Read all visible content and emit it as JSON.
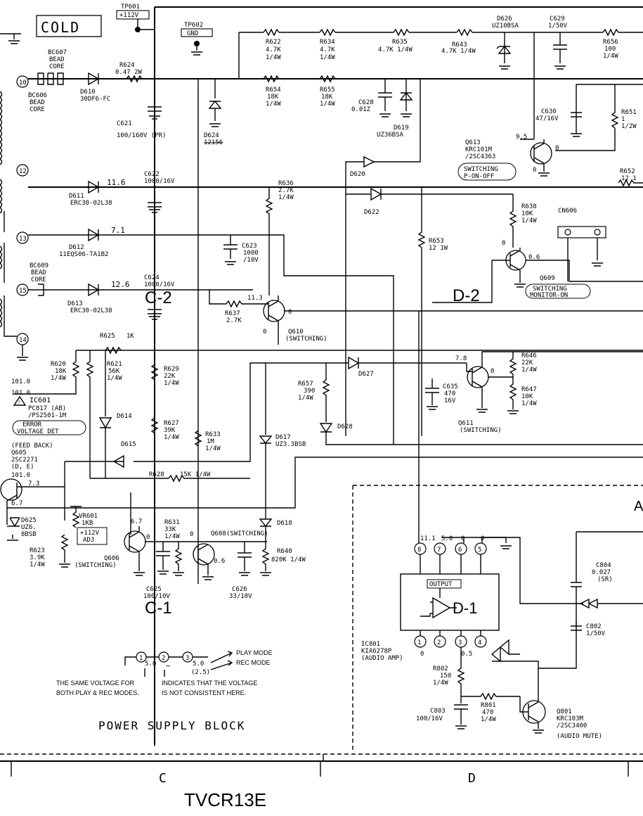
{
  "labels": {
    "cold": "COLD",
    "tp601": "TP601",
    "tp601_v": "+112V",
    "tp602": "TP602",
    "tp602_v": "GND",
    "bc607": "BC607",
    "bc607_a": "BEAD",
    "bc607_b": "CORE",
    "bc606": "BC606",
    "bc606_a": "BEAD",
    "bc606_b": "CORE",
    "bc609": "BC609",
    "bc609_a": "BEAD",
    "bc609_b": "CORE",
    "r624": "R624",
    "r624_v": "0.47 2W",
    "d610": "D610",
    "d610_v": "30DF6-FC",
    "c621": "C621",
    "c621_v": "100/160V (PR)",
    "r622": "R622",
    "r622_v": "4.7K",
    "r622_w": "1/4W",
    "r634": "R634",
    "r634_v": "4.7K",
    "r634_w": "1/4W",
    "r635": "R635",
    "r635_v": "4.7K 1/4W",
    "r643": "R643",
    "r643_v": "4.7K 1/4W",
    "d626": "D626",
    "d626_v": "UZ10BSA",
    "c629": "C629",
    "c629_v": "1/50V",
    "r656": "R656",
    "r656_v": "100",
    "r656_w": "1/4W",
    "r654": "R654",
    "r654_v": "18K",
    "r654_w": "1/4W",
    "r655": "R655",
    "r655_v": "18K",
    "r655_w": "1/4W",
    "c628": "C628",
    "c628_v": "0.01Z",
    "d619": "D619",
    "d619_v": "UZ36BSA",
    "d624": "D624",
    "d624_v": "12156",
    "c630": "C630",
    "c630_v": "47/16V",
    "r651": "R651",
    "r651_v": "1",
    "r651_w": "1/2W",
    "q613": "Q613",
    "q613_a": "KRC101M",
    "q613_b": "/2SC4363",
    "q613_v": "9.5",
    "q613_e": "0",
    "q613_c": "0",
    "q613_sw": "SWITCHING",
    "q613_fn": "P-ON-OFF",
    "r652": "R652",
    "r652_v": "12 1",
    "d620": "D620",
    "pin12_v": "11.6",
    "c622": "C622",
    "c622_v": "1000/16V",
    "d611": "D611",
    "d611_v": "ERC30-02L38",
    "r636": "R636",
    "r636_v": "2.7K",
    "r636_w": "1/4W",
    "d622": "D622",
    "r638": "R638",
    "r638_v": "10K",
    "r638_w": "1/4W",
    "cn606": "CN606",
    "r653": "R653",
    "r653_v": "12 1W",
    "pin13_v": "7.1",
    "d612": "D612",
    "d612_v": "11EQS06-TA1B2",
    "c623": "C623",
    "c623_v": "1000",
    "c623_w": "/10V",
    "q609": "Q609",
    "q609_b": "0",
    "q609_c": "0.6",
    "q609_sw": "SWITCHING",
    "q609_fn": "MONITOR-ON",
    "pin15_v": "12.6",
    "c624": "C624",
    "c624_v": "1000/16V",
    "d613": "D613",
    "d613_v": "ERC30-02L38",
    "r637": "R637",
    "r637_v": "2.7K",
    "q610": "Q610",
    "q610_fn": "(SWITCHING)",
    "q610_b": "11.3",
    "q610_c": "0",
    "q610_e": "0",
    "r625": "R625",
    "r625_v": "1K",
    "r620": "R620",
    "r620_v": "18K",
    "r620_w": "1/4W",
    "r621": "R621",
    "r621_v": "56K",
    "r621_w": "1/4W",
    "r629": "R629",
    "r629_v": "22K",
    "r629_w": "1/4W",
    "d627": "D627",
    "r657": "R657",
    "r657_v": "390",
    "r657_w": "1/4W",
    "q611": "Q611",
    "q611_fn": "(SWITCHING)",
    "q611_b": "7.8",
    "q611_c": "0",
    "c635": "C635",
    "c635_v": "470",
    "c635_w": "16V",
    "r646": "R646",
    "r646_v": "22K",
    "r646_w": "1/4W",
    "r647": "R647",
    "r647_v": "10K",
    "r647_w": "1/4W",
    "pin1_v": "101.0",
    "pin2_v": "101.0",
    "ic601": "IC601",
    "ic601_a": "PC817 (AB)",
    "ic601_b": "/PS2501-1M",
    "ic601_fn1": "ERROR",
    "ic601_fn2": "VOLTAGE DET",
    "d614": "D614",
    "r627": "R627",
    "r627_v": "39K",
    "r627_w": "1/4W",
    "d628": "D628",
    "d617": "D617",
    "d617_v": "UZ3.3BSB",
    "d615": "D615",
    "r633": "R633",
    "r633_v": "1M",
    "r633_w": "1/4W",
    "fb": "(FEED BACK)",
    "q605": "Q605",
    "q605_a": "2SC2271",
    "q605_b": "(D, E)",
    "q605_c": "101.0",
    "q605_bv": "7.3",
    "q605_e": "6.7",
    "r628": "R628",
    "r628_v": "15K 1/4W",
    "d625": "D625",
    "d625_a": "UZ6.",
    "d625_b": "8BSB",
    "vr601": "VR601",
    "vr601_v": "1KB",
    "adj_a": "+112V",
    "adj_b": "ADJ",
    "r623": "R623",
    "r623_v": "3.9K",
    "r623_w": "1/4W",
    "q606": "Q606",
    "q606_fn": "(SWITCHING)",
    "q606_b": "6.7",
    "q606_c": "0",
    "r631": "R631",
    "r631_v": "33K",
    "r631_w": "1/4W",
    "r631_x": "0",
    "q608": "Q608",
    "q608_fn": "(SWITCHING)",
    "q608_b": "0",
    "q608_c": "0.6",
    "d618": "D618",
    "r640": "R640",
    "r640_v": "820K 1/4W",
    "c625": "C625",
    "c625_v": "100/10V",
    "c626": "C626",
    "c626_v": "33/10V",
    "ic801": "IC801",
    "ic801_a": "KIA6278P",
    "ic801_fn": "(AUDIO AMP)",
    "output": "OUTPUT",
    "ic_p8": "11.1",
    "ic_p7": "5.0",
    "ic_p6": "0",
    "ic_p5": "0",
    "ic_p1": "0",
    "ic_p3": "0.5",
    "c804": "C804",
    "c804_v": "0.027",
    "c804_w": "(SR)",
    "c802": "C802",
    "c802_v": "1/50V",
    "r802": "R802",
    "r802_v": "150",
    "r802_w": "1/4W",
    "c803": "C803",
    "c803_v": "100/16V",
    "r801": "R801",
    "r801_v": "470",
    "r801_w": "1/4W",
    "q801": "Q801",
    "q801_a": "KRC103M",
    "q801_b": "/2SC3400",
    "q801_fn": "(AUDIO MUTE)",
    "section_a": "A",
    "hand_c2": "C-2",
    "hand_d2": "D-2",
    "hand_c1": "C-1",
    "hand_d1": "D-1"
  },
  "pins": [
    "10",
    "12",
    "13",
    "15",
    "14"
  ],
  "ic801_pins_top": [
    "8",
    "7",
    "6",
    "5"
  ],
  "ic801_pins_bottom": [
    "1",
    "2",
    "3",
    "4"
  ],
  "legend": {
    "p1": "1",
    "p2": "2",
    "p3": "3",
    "v1": "5.0",
    "v3": "5.0",
    "v3b": "(2.5)",
    "play": "PLAY MODE",
    "rec": "REC MODE",
    "same_a": "THE SAME VOLTAGE FOR",
    "same_b": "BOTH PLAY & REC MODES.",
    "tilde": "~",
    "incons_a": "INDICATES THAT THE VOLTAGE",
    "incons_b": "IS NOT CONSISTENT HERE."
  },
  "block_title": "POWER SUPPLY BLOCK",
  "grid": {
    "col_c": "C",
    "col_d": "D"
  },
  "model": "TVCR13E"
}
